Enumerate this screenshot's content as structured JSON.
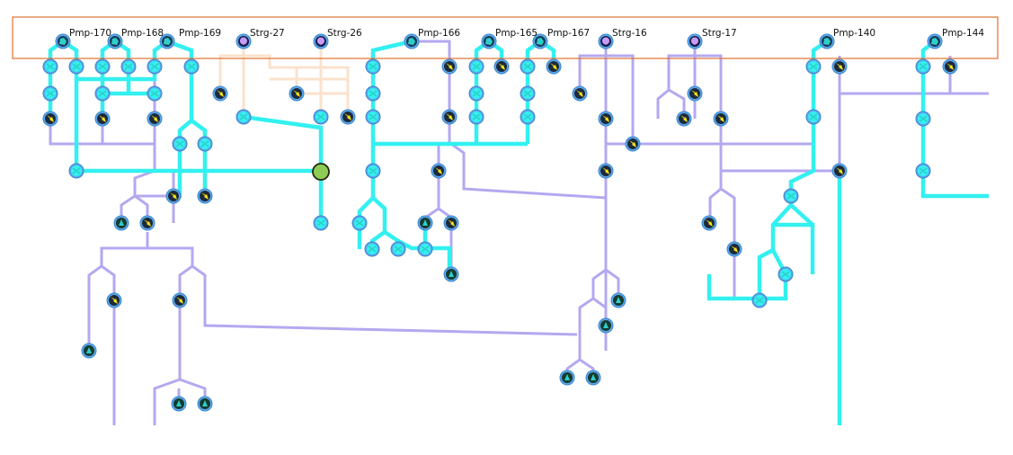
{
  "colors": {
    "background": "#ffffff",
    "selection_box": "#e07030",
    "live_pipe": "#33f0f0",
    "idle_pipe": "#b4a8f0",
    "storage_pipe": "#fbe2cc",
    "node_ring": "#5aa9ee",
    "node_fill": "#2ecfc9",
    "junction_fill": "#8fcc55",
    "bolt": "#f5e51a"
  },
  "labels": {
    "pmp170": "Pmp-170",
    "pmp168": "Pmp-168",
    "pmp169": "Pmp-169",
    "strg27": "Strg-27",
    "strg26": "Strg-26",
    "pmp166": "Pmp-166",
    "pmp165": "Pmp-165",
    "pmp167": "Pmp-167",
    "strg16": "Strg-16",
    "strg17": "Strg-17",
    "pmp140": "Pmp-140",
    "pmp144": "Pmp-144"
  },
  "legend": {
    "pump_icon": "pump-icon",
    "storage_icon": "storage-icon",
    "bolt_icon": "bolt-icon",
    "valve_icon": "valve-icon",
    "load_icon": "load-icon",
    "junction_icon": "junction-icon"
  }
}
